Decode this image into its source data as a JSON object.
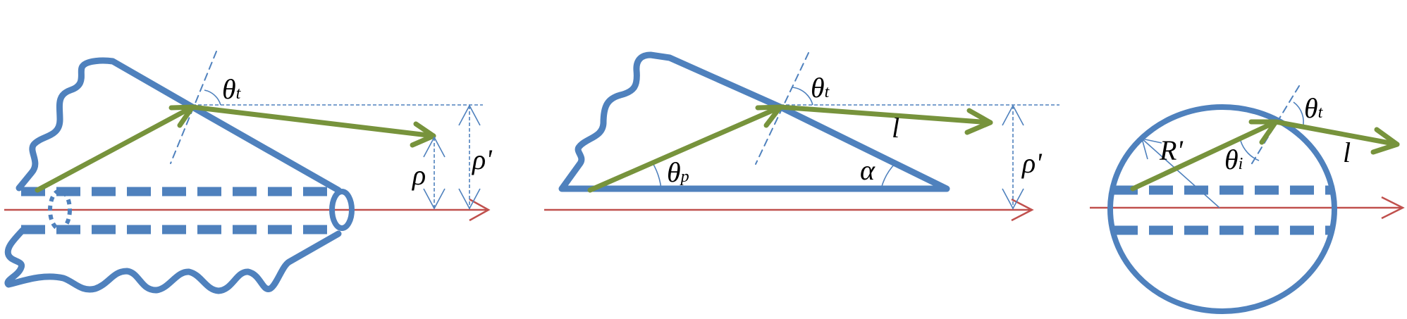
{
  "colors": {
    "surface": "#4f81bd",
    "ray": "#77933c",
    "axis": "#c0504d"
  },
  "panels": [
    {
      "name": "tube-with-rough-surface",
      "labels": {
        "theta_t": "θ",
        "theta_t_sub": "t",
        "rho": "ρ",
        "rho_prime": "ρ'"
      }
    },
    {
      "name": "wedge",
      "labels": {
        "theta_t": "θ",
        "theta_t_sub": "t",
        "l": "l",
        "theta_p": "θ",
        "theta_p_sub": "p",
        "alpha": "α",
        "rho_prime": "ρ'"
      }
    },
    {
      "name": "sphere",
      "labels": {
        "r_prime": "R'",
        "theta_i": "θ",
        "theta_i_sub": "i",
        "theta_t": "θ",
        "theta_t_sub": "t",
        "l": "l"
      }
    }
  ]
}
